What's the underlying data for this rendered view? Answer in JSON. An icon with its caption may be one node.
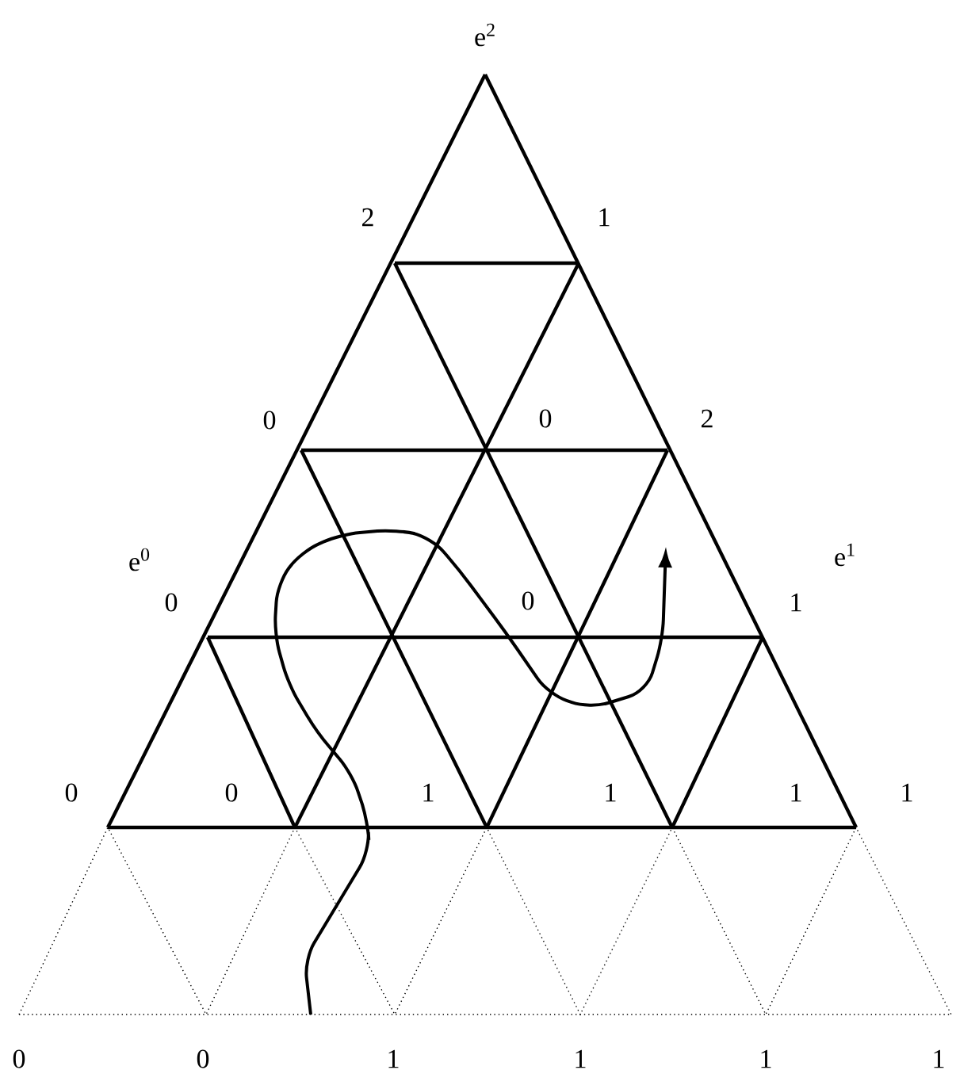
{
  "diagram": {
    "labels": [
      "e$^{2}$",
      "2",
      "1",
      "0",
      "0",
      "2",
      "e$^{0}$",
      "e$^{1}$",
      "0",
      "0",
      "1",
      "0",
      "0",
      "1",
      "1",
      "1",
      "1",
      "0",
      "0",
      "1",
      "1",
      "1",
      "1"
    ]
  }
}
